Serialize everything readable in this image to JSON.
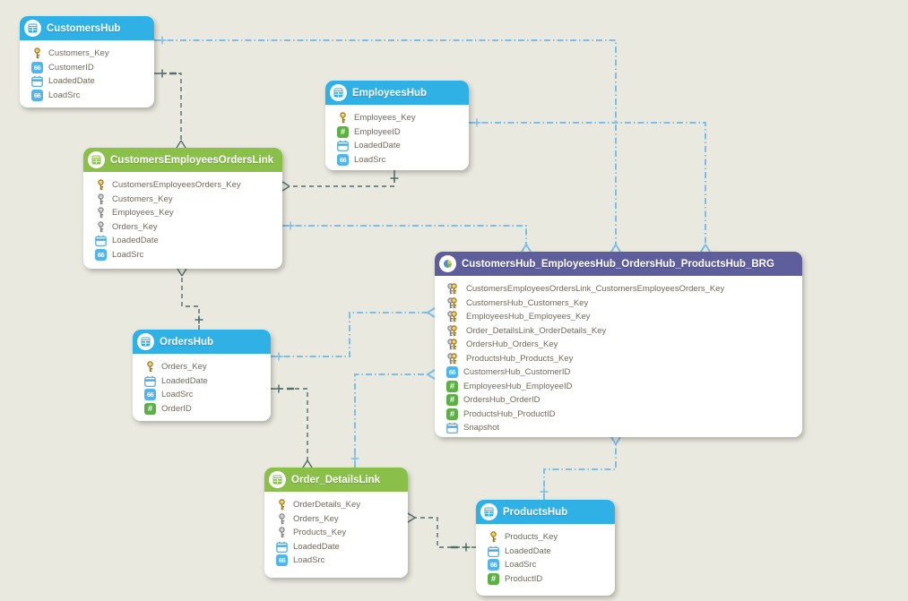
{
  "diagram": {
    "background": "#e9e9df",
    "colors": {
      "hub_header": "#2fb1e6",
      "link_header": "#8abf4a",
      "brg_header": "#5e5e9d",
      "blue_line": "#7cbde9",
      "dark_line": "#4e6d6d",
      "field_text": "#6f6a5a"
    },
    "entities": [
      {
        "id": "CustomersHub",
        "type": "hub",
        "title": "CustomersHub",
        "fields": [
          {
            "name": "Customers_Key",
            "icon": "key-gold-icon"
          },
          {
            "name": "CustomerID",
            "icon": "text-icon"
          },
          {
            "name": "LoadedDate",
            "icon": "date-icon"
          },
          {
            "name": "LoadSrc",
            "icon": "text-icon"
          }
        ]
      },
      {
        "id": "EmployeesHub",
        "type": "hub",
        "title": "EmployeesHub",
        "fields": [
          {
            "name": "Employees_Key",
            "icon": "key-gold-icon"
          },
          {
            "name": "EmployeeID",
            "icon": "number-icon"
          },
          {
            "name": "LoadedDate",
            "icon": "date-icon"
          },
          {
            "name": "LoadSrc",
            "icon": "text-icon"
          }
        ]
      },
      {
        "id": "CustomersEmployeesOrdersLink",
        "type": "link",
        "title": "CustomersEmployeesOrdersLink",
        "fields": [
          {
            "name": "CustomersEmployeesOrders_Key",
            "icon": "key-gold-icon"
          },
          {
            "name": "Customers_Key",
            "icon": "key-gray-icon"
          },
          {
            "name": "Employees_Key",
            "icon": "key-gray-icon"
          },
          {
            "name": "Orders_Key",
            "icon": "key-gray-icon"
          },
          {
            "name": "LoadedDate",
            "icon": "date-icon"
          },
          {
            "name": "LoadSrc",
            "icon": "text-icon"
          }
        ]
      },
      {
        "id": "OrdersHub",
        "type": "hub",
        "title": "OrdersHub",
        "fields": [
          {
            "name": "Orders_Key",
            "icon": "key-gold-icon"
          },
          {
            "name": "LoadedDate",
            "icon": "date-icon"
          },
          {
            "name": "LoadSrc",
            "icon": "text-icon"
          },
          {
            "name": "OrderID",
            "icon": "number-icon"
          }
        ]
      },
      {
        "id": "CustomersHub_EmployeesHub_OrdersHub_ProductsHub_BRG",
        "type": "brg",
        "title": "CustomersHub_EmployeesHub_OrdersHub_ProductsHub_BRG",
        "fields": [
          {
            "name": "CustomersEmployeesOrdersLink_CustomersEmployeesOrders_Key",
            "icon": "key-double-icon"
          },
          {
            "name": "CustomersHub_Customers_Key",
            "icon": "key-double-icon"
          },
          {
            "name": "EmployeesHub_Employees_Key",
            "icon": "key-double-icon"
          },
          {
            "name": "Order_DetailsLink_OrderDetails_Key",
            "icon": "key-double-icon"
          },
          {
            "name": "OrdersHub_Orders_Key",
            "icon": "key-double-icon"
          },
          {
            "name": "ProductsHub_Products_Key",
            "icon": "key-double-icon"
          },
          {
            "name": "CustomersHub_CustomerID",
            "icon": "text-icon"
          },
          {
            "name": "EmployeesHub_EmployeeID",
            "icon": "number-icon"
          },
          {
            "name": "OrdersHub_OrderID",
            "icon": "number-icon"
          },
          {
            "name": "ProductsHub_ProductID",
            "icon": "number-icon"
          },
          {
            "name": "Snapshot",
            "icon": "date-icon"
          }
        ]
      },
      {
        "id": "Order_DetailsLink",
        "type": "link",
        "title": "Order_DetailsLink",
        "fields": [
          {
            "name": "OrderDetails_Key",
            "icon": "key-gold-icon"
          },
          {
            "name": "Orders_Key",
            "icon": "key-gray-icon"
          },
          {
            "name": "Products_Key",
            "icon": "key-gray-icon"
          },
          {
            "name": "LoadedDate",
            "icon": "date-icon"
          },
          {
            "name": "LoadSrc",
            "icon": "text-icon"
          }
        ]
      },
      {
        "id": "ProductsHub",
        "type": "hub",
        "title": "ProductsHub",
        "fields": [
          {
            "name": "Products_Key",
            "icon": "key-gold-icon"
          },
          {
            "name": "LoadedDate",
            "icon": "date-icon"
          },
          {
            "name": "LoadSrc",
            "icon": "text-icon"
          },
          {
            "name": "ProductID",
            "icon": "number-icon"
          }
        ]
      }
    ],
    "relationships": [
      {
        "from": "CustomersHub",
        "to": "CustomersHub_EmployeesHub_OrdersHub_ProductsHub_BRG",
        "style": "blue"
      },
      {
        "from": "CustomersHub",
        "to": "CustomersEmployeesOrdersLink",
        "style": "dark"
      },
      {
        "from": "EmployeesHub",
        "to": "CustomersHub_EmployeesHub_OrdersHub_ProductsHub_BRG",
        "style": "blue"
      },
      {
        "from": "EmployeesHub",
        "to": "CustomersEmployeesOrdersLink",
        "style": "dark"
      },
      {
        "from": "CustomersEmployeesOrdersLink",
        "to": "CustomersHub_EmployeesHub_OrdersHub_ProductsHub_BRG",
        "style": "blue"
      },
      {
        "from": "OrdersHub",
        "to": "CustomersEmployeesOrdersLink",
        "style": "dark"
      },
      {
        "from": "OrdersHub",
        "to": "CustomersHub_EmployeesHub_OrdersHub_ProductsHub_BRG",
        "style": "blue"
      },
      {
        "from": "OrdersHub",
        "to": "Order_DetailsLink",
        "style": "dark"
      },
      {
        "from": "Order_DetailsLink",
        "to": "CustomersHub_EmployeesHub_OrdersHub_ProductsHub_BRG",
        "style": "blue"
      },
      {
        "from": "ProductsHub",
        "to": "Order_DetailsLink",
        "style": "dark"
      },
      {
        "from": "ProductsHub",
        "to": "CustomersHub_EmployeesHub_OrdersHub_ProductsHub_BRG",
        "style": "blue"
      }
    ]
  }
}
